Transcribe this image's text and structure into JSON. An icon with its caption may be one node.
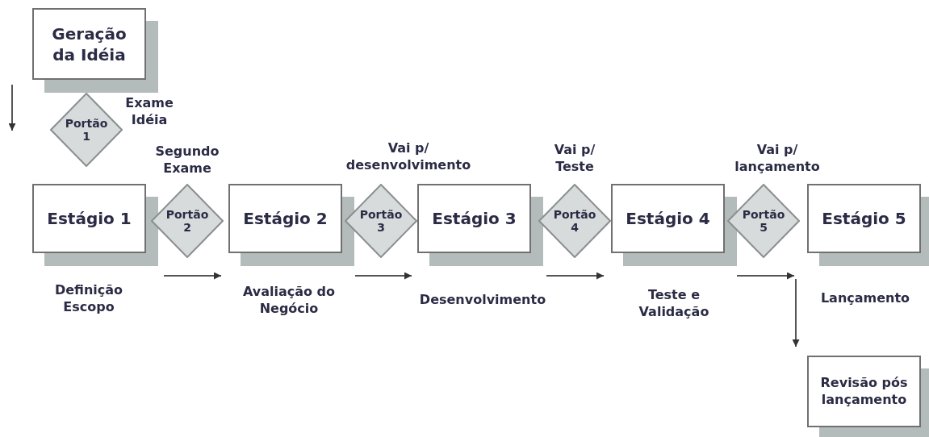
{
  "diagram": {
    "nodes": [
      {
        "text": [
          "Geração da Idéia"
        ]
      },
      {
        "text": [
          "Portão 1"
        ],
        "beside": [
          "Exame Idéia"
        ]
      },
      {
        "text": [
          "Estágio 1"
        ],
        "beside": [
          "Definição Escopo"
        ]
      },
      {
        "text": [
          "Portão 2"
        ],
        "beside": [
          "Segundo Exame"
        ]
      },
      {
        "text": [
          "Estágio 2"
        ],
        "beside": [
          "Avaliação do Negócio"
        ]
      },
      {
        "text": [
          "Portão 3"
        ],
        "beside": [
          "Vai p/ desenvolvimento"
        ]
      },
      {
        "text": [
          "Estágio 3"
        ],
        "beside": [
          "Desenvolvimento"
        ]
      },
      {
        "text": [
          "Portão 4"
        ],
        "beside": [
          "Vai p/ Teste"
        ]
      },
      {
        "text": [
          "Estágio 4"
        ],
        "beside": [
          "Teste e Validação"
        ]
      },
      {
        "text": [
          "Portão 5"
        ],
        "beside": [
          "Vai p/ lançamento"
        ]
      },
      {
        "text": [
          "Estágio 5"
        ],
        "beside": [
          "Lançamento"
        ]
      },
      {
        "text": [
          "Revisão pós lançamento"
        ]
      }
    ]
  }
}
